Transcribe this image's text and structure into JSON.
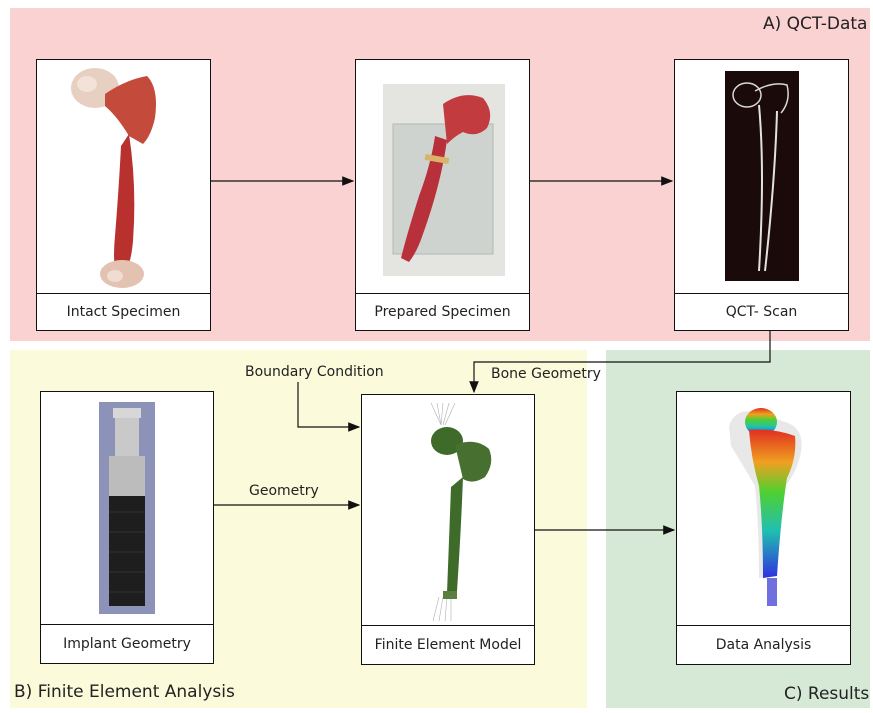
{
  "regions": {
    "a_title": "A) QCT-Data",
    "b_title": "B) Finite Element Analysis",
    "c_title": "C) Results"
  },
  "nodes": {
    "intact": "Intact Specimen",
    "prepared": "Prepared Specimen",
    "qct": "QCT- Scan",
    "implant": "Implant Geometry",
    "fem": "Finite Element Model",
    "analysis": "Data Analysis"
  },
  "edges": {
    "boundary": "Boundary Condition",
    "bone_geometry": "Bone Geometry",
    "geometry": "Geometry"
  },
  "colors": {
    "region_a": "#fad2d2",
    "region_b": "#fbfadb",
    "region_c": "#d6e8d6",
    "bone_red": "#b8312f",
    "mesh_green": "#3f6b2a",
    "implant_gray": "#c9c9c9",
    "implant_dark": "#1e1e1e",
    "xray_bg": "#1a0a0a"
  },
  "icons": [
    "intact-femur-image",
    "prepared-femur-image",
    "qct-scan-image",
    "implant-image",
    "fem-mesh-image",
    "stress-result-image"
  ]
}
